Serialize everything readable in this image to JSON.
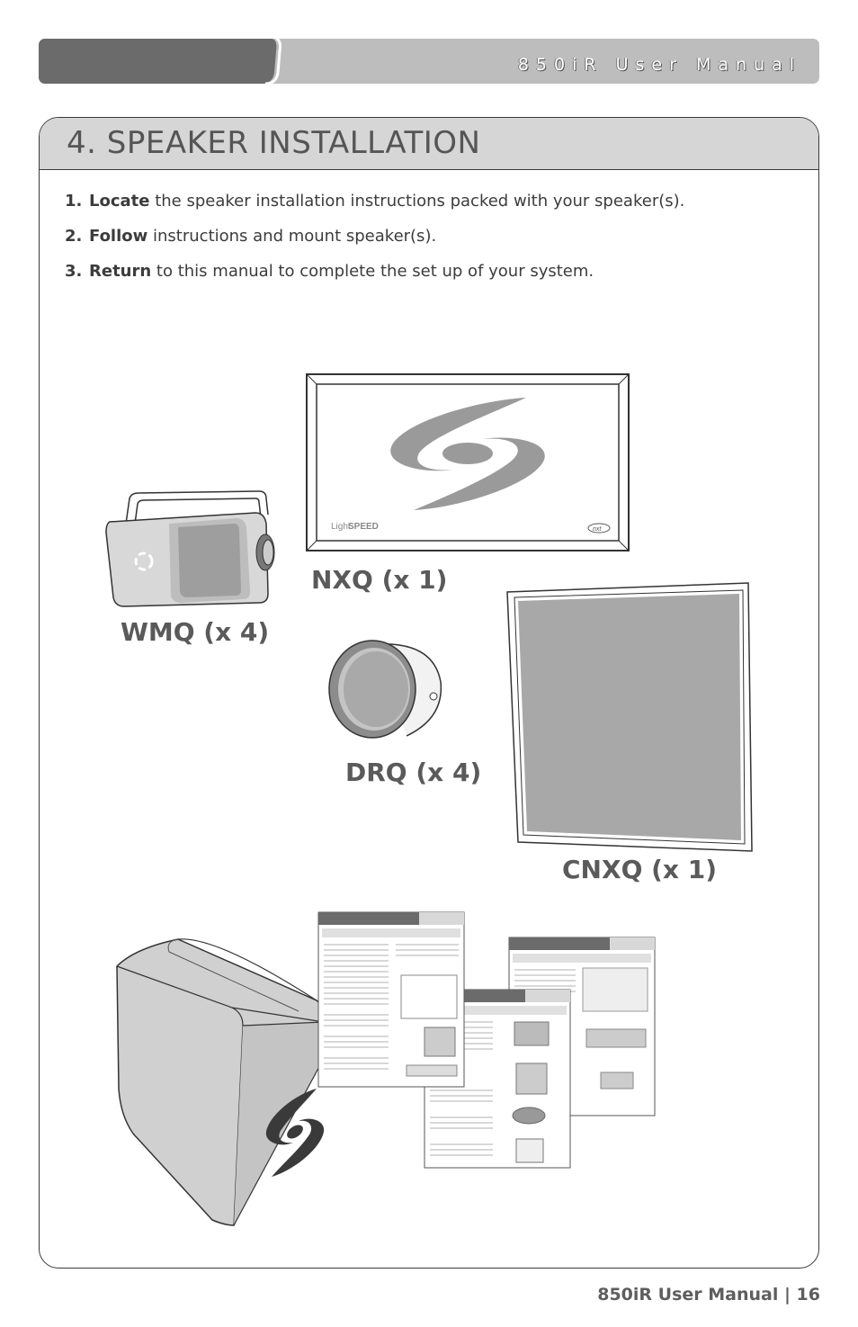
{
  "header": {
    "title": "850iR User Manual"
  },
  "section": {
    "title": "4. SPEAKER INSTALLATION"
  },
  "steps": [
    {
      "number": "1.",
      "verb": "Locate",
      "text": "the speaker installation instructions packed with your speaker(s)."
    },
    {
      "number": "2.",
      "verb": "Follow",
      "text": "instructions and mount speaker(s)."
    },
    {
      "number": "3.",
      "verb": "Return",
      "text": "to this manual to complete the set up of your system."
    }
  ],
  "products": {
    "nxq": {
      "caption": "NXQ (x 1)",
      "brand_light": "Light",
      "brand_bold": "SPEED",
      "badge": "nxt"
    },
    "wmq": {
      "caption": "WMQ (x 4)"
    },
    "drq": {
      "caption": "DRQ (x 4)"
    },
    "cnxq": {
      "caption": "CNXQ (x 1)"
    }
  },
  "footer": {
    "text": "850iR User Manual | 16"
  },
  "colors": {
    "header_dark": "#6b6b6b",
    "header_light": "#b9b9b9",
    "panel_head": "#d6d6d6",
    "caption": "#5a5a5a"
  }
}
